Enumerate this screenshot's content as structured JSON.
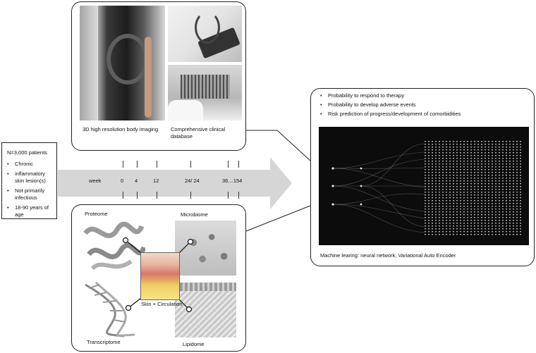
{
  "patients": {
    "title": "N=3,000 patients",
    "criteria": [
      "Chronic",
      "inflammatory skin lesion(s)",
      "Not primarily infectious",
      "18-90 years of age"
    ]
  },
  "top_panel": {
    "caption_left": "3D high resolution body imaging",
    "caption_right": "Comprehensive clinical database"
  },
  "timeline": {
    "unit_label": "week",
    "ticks": [
      "0",
      "4",
      "12",
      "24/ 24",
      "36…154"
    ]
  },
  "bottom_panel": {
    "proteome": "Proteome",
    "microbiome": "Microbiome",
    "transcriptome": "Transcriptome",
    "lipidome": "Lipidome",
    "center": "Skin + Circulation"
  },
  "ml_panel": {
    "outcomes": [
      "Probability to respond to therapy",
      "Probability to develop adverse events",
      "Risk prediction of progress/development of comorbidities"
    ],
    "caption": "Machine learing: neural network, Variational Auto Encoder"
  }
}
